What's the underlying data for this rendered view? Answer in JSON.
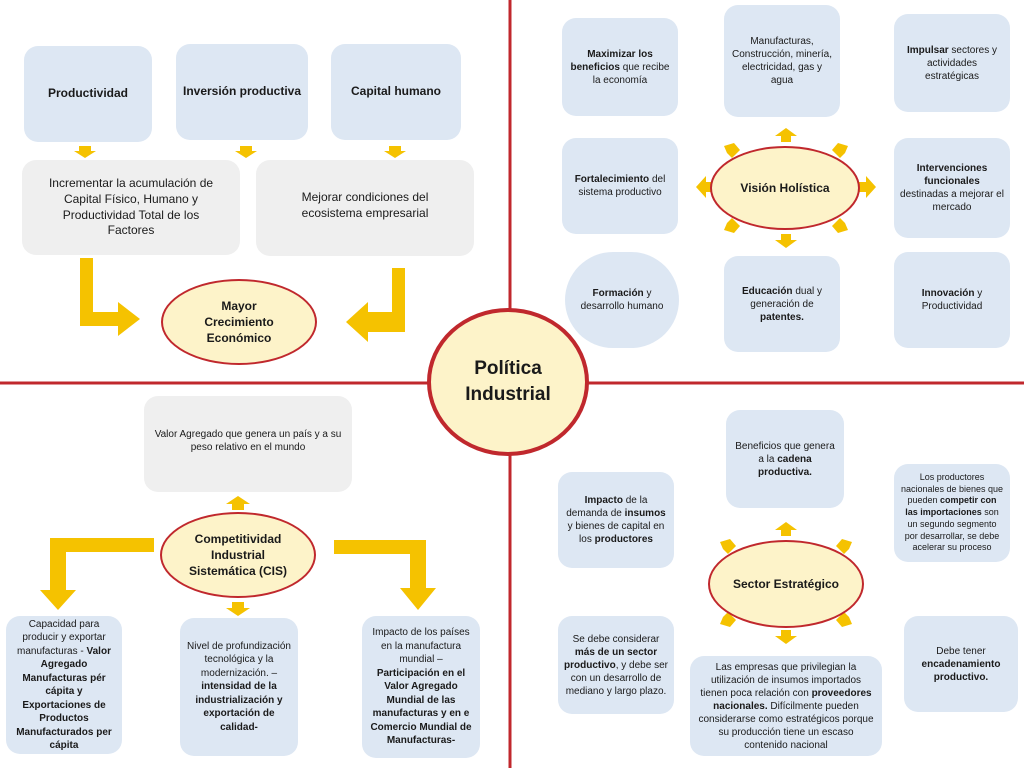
{
  "center": {
    "line1": "Política",
    "line2": "Industrial"
  },
  "q1": {
    "top_boxes": [
      "Productividad",
      "Inversión productiva",
      "Capital humano"
    ],
    "left_mid": "Incrementar la acumulación de Capital Físico, Humano y Productividad Total de los Factores",
    "right_mid": "Mejorar condiciones del ecosistema empresarial",
    "oval": "Mayor Crecimiento Económico"
  },
  "q2": {
    "oval": "Visión Holística",
    "top_left": {
      "bold": "Maximizar los beneficios",
      "rest": " que recibe la economía"
    },
    "top_mid": "Manufacturas, Construcción, minería, electricidad, gas y agua",
    "top_right": {
      "bold": "Impulsar",
      "rest": " sectores y actividades estratégicas"
    },
    "mid_left": {
      "bold": "Fortalecimiento",
      "rest": " del sistema productivo"
    },
    "mid_right": {
      "bold": "Intervenciones funcionales",
      "rest": " destinadas a mejorar el mercado"
    },
    "bot_left": {
      "bold": "Formación",
      "rest": " y desarrollo humano"
    },
    "bot_mid": {
      "bold": "Educación",
      "mid": " dual y generación de ",
      "bold2": "patentes."
    },
    "bot_right": {
      "bold": "Innovación",
      "rest": " y Productividad"
    }
  },
  "q3": {
    "top": "Valor Agregado que genera un país y a su peso relativo en el mundo",
    "oval": "Competitividad Industrial Sistemática (CIS)",
    "left": {
      "plain": "Capacidad para producir y exportar manufacturas - ",
      "bold": "Valor Agregado Manufacturas pér cápita y Exportaciones de Productos Manufacturados per cápita"
    },
    "mid": {
      "plain": "Nivel de profundización tecnológica y la modernización. – ",
      "bold": "intensidad de la industrialización y exportación de calidad-"
    },
    "right": {
      "plain": "Impacto de los países en la manufactura mundial – ",
      "bold": "Participación en el Valor Agregado Mundial de las manufacturas y en e Comercio Mundial de Manufacturas-"
    }
  },
  "q4": {
    "oval": "Sector Estratégico",
    "top": {
      "plain": "Beneficios que genera a la ",
      "bold": "cadena productiva."
    },
    "left_top": {
      "b1": "Impacto",
      "t1": " de la demanda de ",
      "b2": "insumos",
      "t2": " y bienes de capital  en los ",
      "b3": "productores"
    },
    "right_top": {
      "t1": "Los productores nacionales de bienes que pueden ",
      "b1": "competir con las importaciones",
      "t2": " son un segundo segmento por desarrollar, se debe acelerar su proceso"
    },
    "left_bot": {
      "t1": "Se debe considerar ",
      "b1": "más de un sector productivo",
      "t2": ", y debe ser con un desarrollo de mediano y largo plazo."
    },
    "bottom": {
      "t1": "Las empresas que privilegian la utilización de insumos importados tienen poca relación con ",
      "b1": "proveedores nacionales.",
      "t2": " Difícilmente pueden considerarse como estratégicos porque su producción tiene un escaso contenido nacional"
    },
    "right_bot": {
      "t1": "Debe tener ",
      "b1": "encadenamiento productivo."
    }
  },
  "colors": {
    "divider": "#c0282d",
    "arrow": "#f5c200",
    "oval_fill": "#fdf3c9",
    "box_blue": "#dde7f3",
    "box_grey": "#efefef"
  }
}
